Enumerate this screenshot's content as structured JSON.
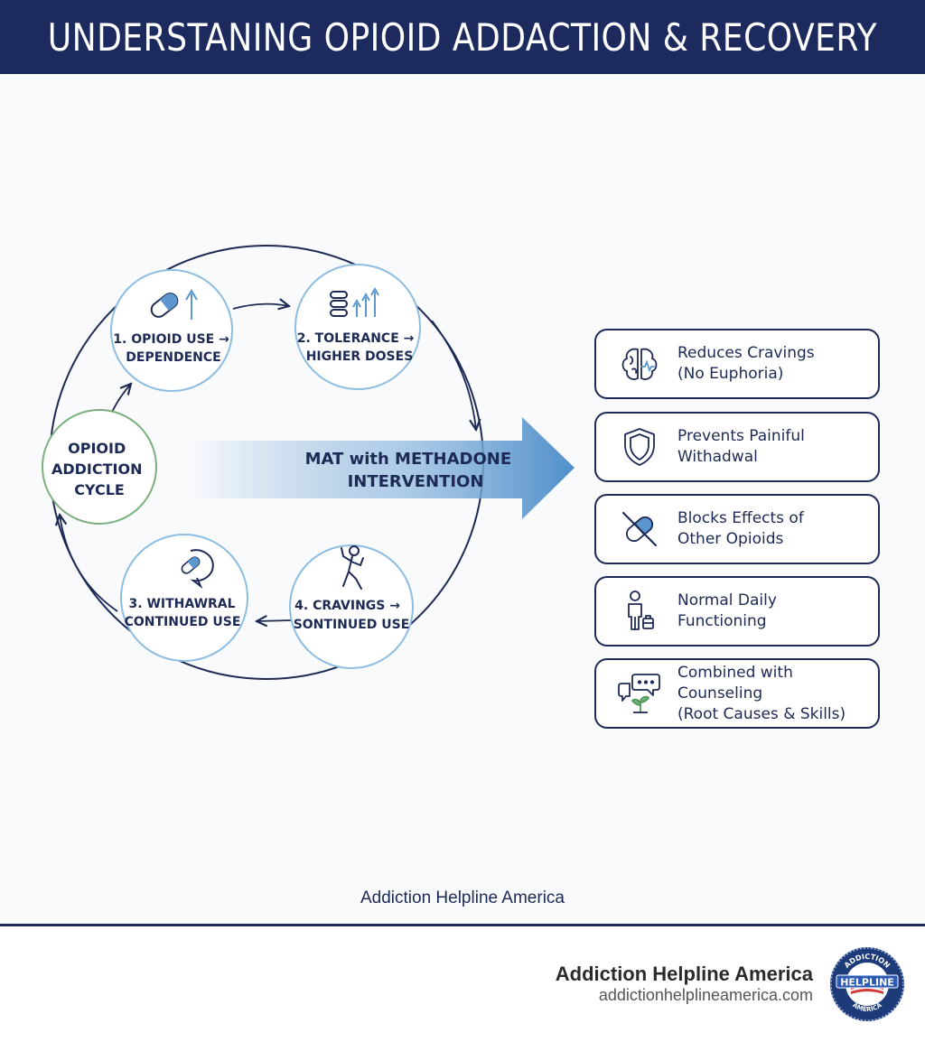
{
  "header": {
    "title": "UNDERSTANING OPIOID ADDACTION & RECOVERY"
  },
  "cycle": {
    "center_label": [
      "OPIOID",
      "ADDICTION",
      "CYCLE"
    ],
    "stages": [
      {
        "icon": "pill-up-arrow-icon",
        "lines": [
          "1. OPIOID USE →",
          "DEPENDENCE"
        ]
      },
      {
        "icon": "stacked-pills-up-arrows-icon",
        "lines": [
          "2. TOLERANCE →",
          "HIGHER DOSES"
        ]
      },
      {
        "icon": "pill-speech-bubble-icon",
        "lines": [
          "3. WITHAWRAL",
          "CONTINUED USE"
        ]
      },
      {
        "icon": "distressed-person-icon",
        "lines": [
          "4. CRAVINGS →",
          "SONTINUED USE"
        ]
      }
    ]
  },
  "intervention": {
    "lines": [
      "MAT with METHADONE",
      "INTERVENTION"
    ]
  },
  "benefits": [
    {
      "icon": "brain-icon",
      "label": "Reduces Cravings\n(No Euphoria)"
    },
    {
      "icon": "shield-icon",
      "label": "Prevents Painiful\nWithadwal"
    },
    {
      "icon": "crossed-pill-icon",
      "label": "Blocks Effects of\nOther Opioids"
    },
    {
      "icon": "person-with-briefcase-icon",
      "label": "Normal Daily\nFunctioning"
    },
    {
      "icon": "chat-bubbles-sprout-icon",
      "label": "Combined with Counseling\n(Root Causes & Skills)"
    }
  ],
  "credit": "Addiction Helpline America",
  "footer": {
    "name": "Addiction Helpline America",
    "url": "addictionhelplineamerica.com",
    "logo": {
      "ring_top": "ADDICTION",
      "ring_bottom": "AMERICA",
      "banner": "HELPLINE"
    }
  },
  "colors": {
    "navy": "#1c2a5e",
    "accent_blue": "#5c98cf",
    "circle_blue": "#8dbde0",
    "cycle_green": "#7aaf7d"
  }
}
